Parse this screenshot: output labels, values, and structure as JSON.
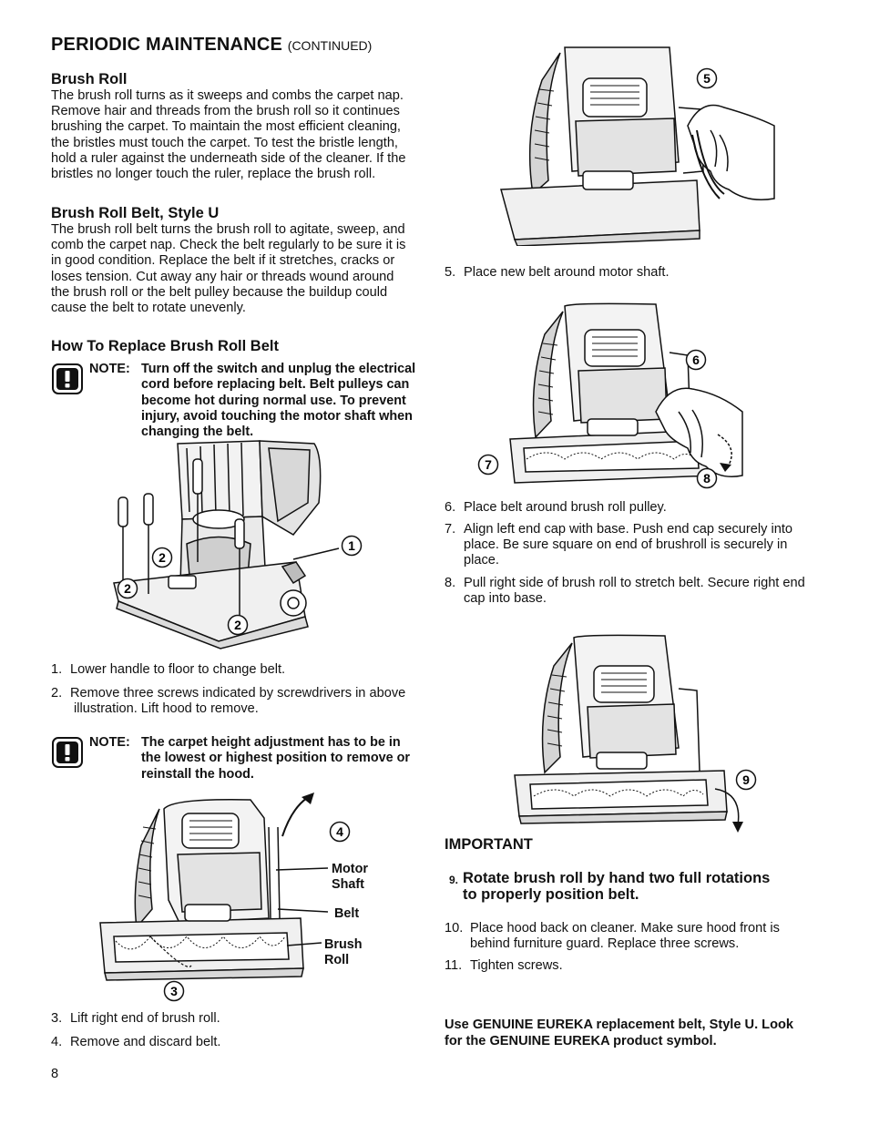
{
  "header": {
    "title": "PERIODIC MAINTENANCE",
    "subtitle": "(CONTINUED)"
  },
  "brush_roll": {
    "heading": "Brush Roll",
    "lines": [
      "The brush roll turns as it sweeps and combs the carpet nap.",
      "Remove hair and threads from the brush roll so it continues",
      "brushing the carpet. To maintain the most efficient cleaning,",
      "the bristles must touch the carpet. To test the bristle length,",
      "hold a ruler against the underneath side of the cleaner. If the",
      "bristles no longer touch the ruler, replace the brush roll."
    ]
  },
  "belt_style_u": {
    "heading": "Brush Roll Belt, Style U",
    "lines": [
      "The brush roll belt turns the brush roll to agitate, sweep, and",
      "comb the carpet nap. Check the belt regularly to be sure it is",
      "in good condition. Replace the belt if it stretches, cracks or",
      "loses tension. Cut away any hair or threads wound around",
      "the brush roll or the belt pulley because the buildup could",
      "cause the belt to rotate unevenly."
    ]
  },
  "how_to": {
    "heading": "How To Replace Brush Roll Belt"
  },
  "note1": {
    "label": "NOTE:",
    "lines": [
      "Turn off the switch and unplug the electrical",
      "cord before replacing belt. Belt pulleys can",
      "become hot during normal use. To prevent",
      "injury, avoid touching the motor shaft when",
      "changing the belt."
    ]
  },
  "note2": {
    "label": "NOTE:",
    "lines": [
      "The carpet height adjustment has to be in",
      "the lowest or highest position to remove or",
      "reinstall the hood."
    ]
  },
  "figure1": {
    "callouts": [
      "1",
      "2",
      "2",
      "2"
    ]
  },
  "figure2": {
    "callouts": [
      "4",
      "3"
    ],
    "labels": {
      "motor_shaft": [
        "Motor",
        "Shaft"
      ],
      "belt": "Belt",
      "brush_roll": [
        "Brush",
        "Roll"
      ]
    }
  },
  "figure3": {
    "callouts": [
      "5"
    ]
  },
  "figure4": {
    "callouts": [
      "6",
      "7",
      "8"
    ]
  },
  "figure5": {
    "callouts": [
      "9"
    ]
  },
  "steps_left_a": [
    {
      "num": "1.",
      "lines": [
        "Lower handle to floor to change belt."
      ]
    },
    {
      "num": "2.",
      "lines": [
        "Remove three screws indicated by screwdrivers in above",
        "illustration. Lift hood to remove."
      ]
    }
  ],
  "steps_left_b": [
    {
      "num": "3.",
      "lines": [
        "Lift right end of brush roll."
      ]
    },
    {
      "num": "4.",
      "lines": [
        "Remove and discard belt."
      ]
    }
  ],
  "step5": {
    "num": "5.",
    "text": "Place new belt around motor shaft."
  },
  "steps_right": [
    {
      "num": "6.",
      "lines": [
        "Place belt around brush roll pulley."
      ]
    },
    {
      "num": "7.",
      "lines": [
        "Align left end cap with base. Push end cap securely into",
        "place. Be sure square on end of brushroll is securely in",
        "place."
      ]
    },
    {
      "num": "8.",
      "lines": [
        "Pull right side of brush roll to stretch belt. Secure right end",
        "cap into base."
      ]
    }
  ],
  "important": {
    "heading": "IMPORTANT",
    "step9_num": "9.",
    "step9_lines": [
      "Rotate brush roll by hand two full rotations",
      "to properly position belt."
    ]
  },
  "steps_final": [
    {
      "num": "10.",
      "lines": [
        "Place hood back on cleaner. Make sure hood front is",
        "behind furniture guard. Replace three screws."
      ]
    },
    {
      "num": "11.",
      "lines": [
        "Tighten screws."
      ]
    }
  ],
  "footer_note": [
    "Use GENUINE EUREKA replacement belt, Style U. Look",
    "for the GENUINE EUREKA product symbol."
  ],
  "page_number": "8"
}
